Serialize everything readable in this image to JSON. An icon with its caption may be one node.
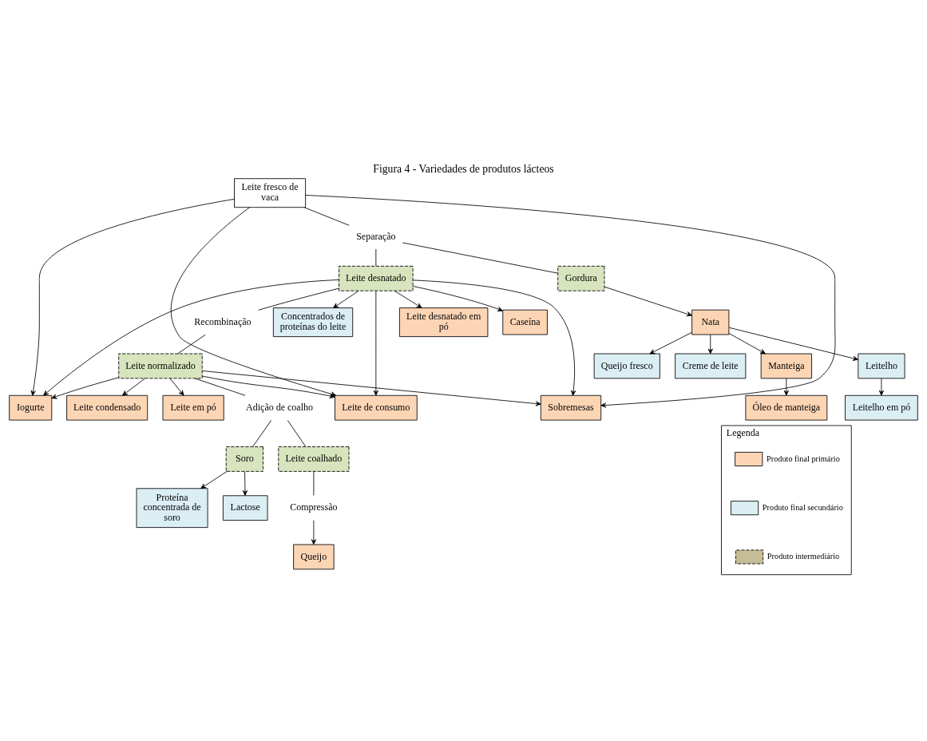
{
  "diagram": {
    "title": "Figura 4 - Variedades de produtos lácteos",
    "nodes": [
      {
        "text": [
          "Leite fresco de vaca"
        ]
      },
      {
        "text": [
          "Separação"
        ]
      },
      {
        "text": [
          "Gordura"
        ]
      },
      {
        "text": [
          "Leite desnatado"
        ]
      },
      {
        "text": [
          "Recombinação"
        ]
      },
      {
        "text": [
          "Leite normalizado"
        ]
      },
      {
        "text": [
          "Leite de consumo"
        ]
      },
      {
        "text": [
          "Iogurte"
        ]
      },
      {
        "text": [
          "Sobremesas"
        ]
      },
      {
        "text": [
          "Nata"
        ]
      },
      {
        "text": [
          "Creme de leite"
        ]
      },
      {
        "text": [
          "Queijo fresco"
        ]
      },
      {
        "text": [
          "Manteiga"
        ]
      },
      {
        "text": [
          "Leitelho"
        ]
      },
      {
        "text": [
          "Óleo de manteiga"
        ]
      },
      {
        "text": [
          "Leitelho em pó"
        ]
      },
      {
        "text": [
          "Adição de coalho"
        ]
      },
      {
        "text": [
          "Leite condensado"
        ]
      },
      {
        "text": [
          "Leite em pó"
        ]
      },
      {
        "text": [
          "Leite coalhado"
        ]
      },
      {
        "text": [
          "Soro"
        ]
      },
      {
        "text": [
          "Compressão"
        ]
      },
      {
        "text": [
          "Queijo"
        ]
      },
      {
        "text": [
          "Lactose"
        ]
      },
      {
        "text": [
          "Proteína concentrada de soro"
        ]
      },
      {
        "text": [
          "Concentrados de proteínas do leite"
        ]
      },
      {
        "text": [
          "Leite desnatado em pó"
        ]
      },
      {
        "text": [
          "Caseína"
        ]
      },
      {
        "text": [
          "Legenda"
        ]
      }
    ],
    "edges": [
      {
        "from": 0,
        "to": 6,
        "arrow": "to"
      },
      {
        "from": 0,
        "to": 7,
        "arrow": "to"
      },
      {
        "from": 0,
        "to": 8,
        "arrow": "to"
      },
      {
        "from": 0,
        "to": 1,
        "arrow": "none"
      },
      {
        "from": 1,
        "to": 2,
        "arrow": "none"
      },
      {
        "from": 1,
        "to": 3,
        "arrow": "none"
      },
      {
        "from": 3,
        "to": 6,
        "arrow": "to"
      },
      {
        "from": 3,
        "to": 7,
        "arrow": "to"
      },
      {
        "from": 3,
        "to": 8,
        "arrow": "to"
      },
      {
        "from": 3,
        "to": 4,
        "arrow": "none"
      },
      {
        "from": 4,
        "to": 5,
        "arrow": "none"
      },
      {
        "from": 5,
        "to": 6,
        "arrow": "to"
      },
      {
        "from": 5,
        "to": 7,
        "arrow": "to"
      },
      {
        "from": 5,
        "to": 8,
        "arrow": "to"
      },
      {
        "from": 2,
        "to": 9,
        "arrow": "to"
      },
      {
        "from": 9,
        "to": 10,
        "arrow": "to"
      },
      {
        "from": 9,
        "to": 11,
        "arrow": "to"
      },
      {
        "from": 9,
        "to": 12,
        "arrow": "to"
      },
      {
        "from": 9,
        "to": 13,
        "arrow": "to"
      },
      {
        "from": 12,
        "to": 14,
        "arrow": "to"
      },
      {
        "from": 13,
        "to": 15,
        "arrow": "to"
      },
      {
        "from": 5,
        "to": 16,
        "arrow": "none"
      },
      {
        "from": 5,
        "to": 17,
        "arrow": "to"
      },
      {
        "from": 5,
        "to": 18,
        "arrow": "to"
      },
      {
        "from": 16,
        "to": 19,
        "arrow": "none"
      },
      {
        "from": 16,
        "to": 20,
        "arrow": "none"
      },
      {
        "from": 19,
        "to": 21,
        "arrow": "none"
      },
      {
        "from": 21,
        "to": 22,
        "arrow": "to"
      },
      {
        "from": 20,
        "to": 23,
        "arrow": "to"
      },
      {
        "from": 20,
        "to": 24,
        "arrow": "to"
      },
      {
        "from": 3,
        "to": 25,
        "arrow": "to"
      },
      {
        "from": 3,
        "to": 26,
        "arrow": "to"
      },
      {
        "from": 3,
        "to": 27,
        "arrow": "to"
      }
    ],
    "legend": [
      {
        "text": "Produto final primário",
        "color": "#fcd5b5"
      },
      {
        "text": "Produto final secundário",
        "color": "#dbeef4"
      },
      {
        "text": "Produto intermediário",
        "color": "#c4bd97"
      }
    ]
  }
}
